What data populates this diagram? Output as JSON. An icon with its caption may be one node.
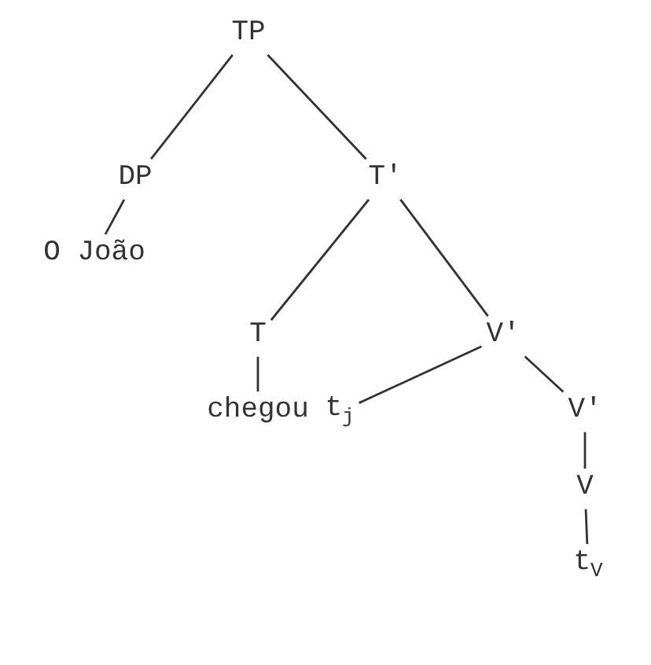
{
  "diagram": {
    "nodes": [
      {
        "text": [
          "TP"
        ]
      },
      {
        "text": [
          "DP"
        ]
      },
      {
        "text": [
          "T'"
        ]
      },
      {
        "text": [
          "O João"
        ]
      },
      {
        "text": [
          "T"
        ]
      },
      {
        "text": [
          "V'"
        ]
      },
      {
        "text": [
          "chegou"
        ]
      },
      {
        "text": [
          "t$_{j}$"
        ]
      },
      {
        "text": [
          "V'"
        ]
      },
      {
        "text": [
          "V"
        ]
      },
      {
        "text": [
          "t$_{V}$"
        ]
      }
    ],
    "edges": [
      {
        "from": 0,
        "to": 1,
        "arrow": "none"
      },
      {
        "from": 0,
        "to": 2,
        "arrow": "none"
      },
      {
        "from": 1,
        "to": 3,
        "arrow": "none"
      },
      {
        "from": 2,
        "to": 4,
        "arrow": "none"
      },
      {
        "from": 2,
        "to": 5,
        "arrow": "none"
      },
      {
        "from": 4,
        "to": 6,
        "arrow": "none"
      },
      {
        "from": 5,
        "to": 7,
        "arrow": "none"
      },
      {
        "from": 5,
        "to": 8,
        "arrow": "none"
      },
      {
        "from": 8,
        "to": 9,
        "arrow": "none"
      },
      {
        "from": 9,
        "to": 10,
        "arrow": "none"
      }
    ]
  }
}
